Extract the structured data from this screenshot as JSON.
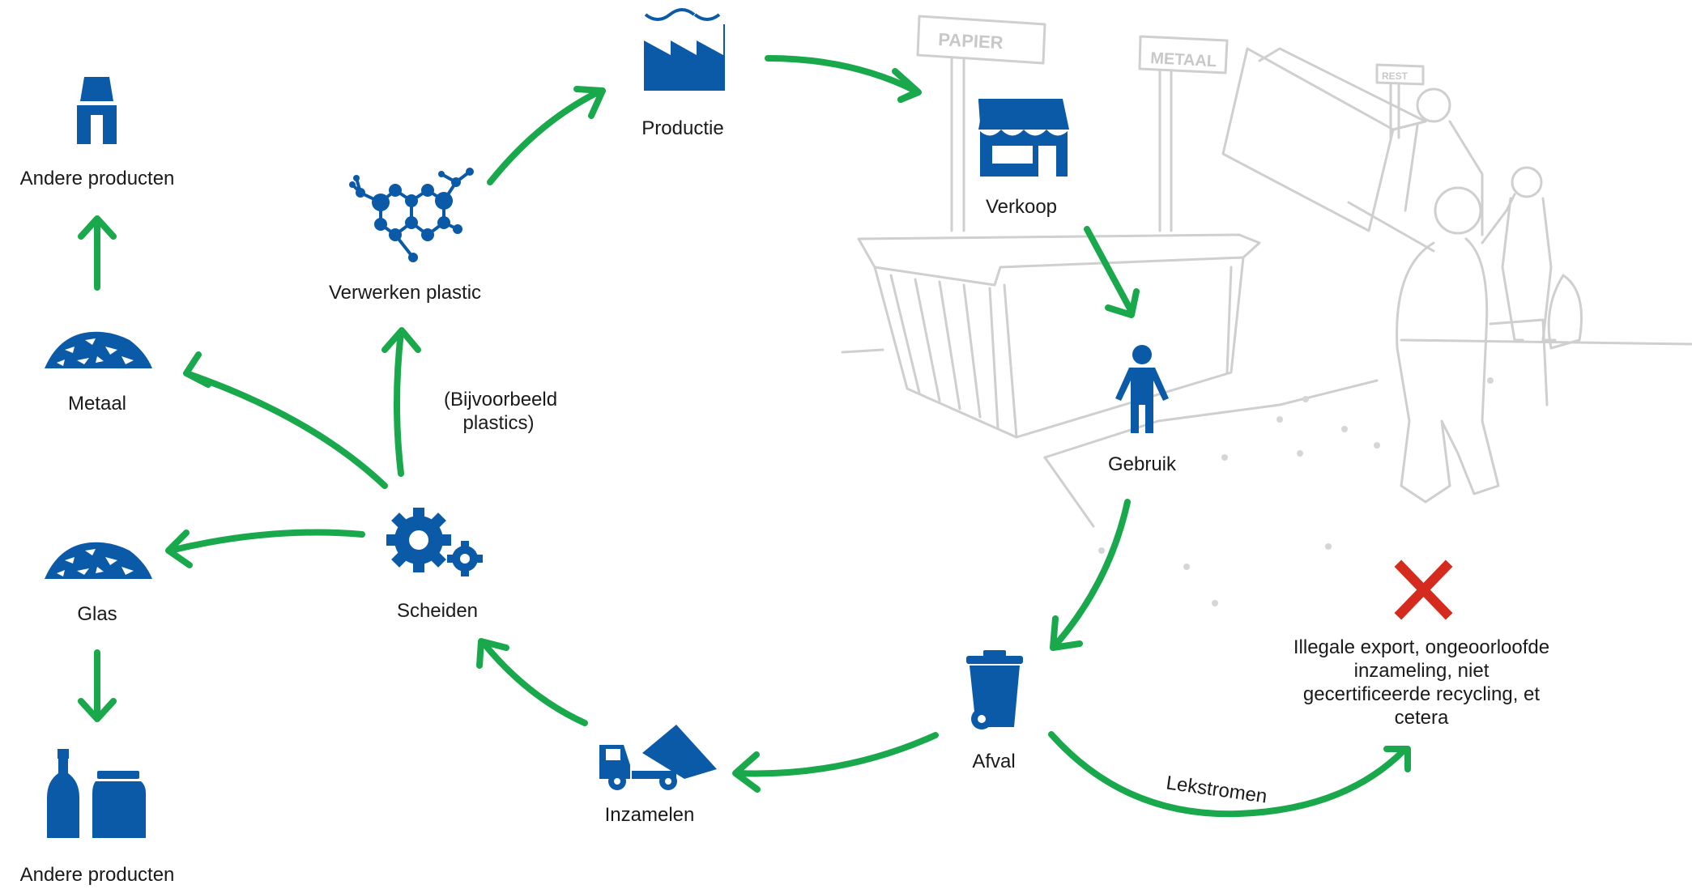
{
  "nodes": {
    "productie": "Productie",
    "verkoop": "Verkoop",
    "gebruik": "Gebruik",
    "afval": "Afval",
    "inzamelen": "Inzamelen",
    "scheiden": "Scheiden",
    "verwerken_plastic": "Verwerken plastic",
    "bijvoorbeeld": "(Bijvoorbeeld plastics)",
    "metaal": "Metaal",
    "glas": "Glas",
    "andere_producten_top": "Andere producten",
    "andere_producten_bottom": "Andere producten",
    "illegaal": "Illegale export, ongeoorloofde inzameling, niet gecertificeerde recycling, et cetera"
  },
  "edge_labels": {
    "lekstromen": "Lekstromen"
  },
  "background_signs": {
    "papier": "PAPIER",
    "metaal": "METAAL",
    "rest": "REST"
  },
  "colors": {
    "icon_blue": "#0b5aa8",
    "arrow_green": "#19a84b",
    "cross_red": "#d52b1e",
    "sketch_gray": "#cfcfcf"
  }
}
